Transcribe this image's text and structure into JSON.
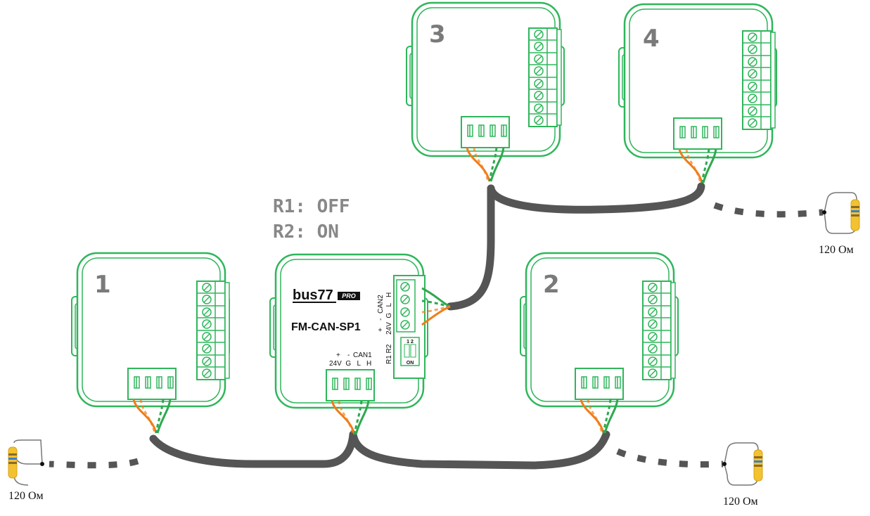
{
  "settings": {
    "r1": "R1: OFF",
    "r2": "R2: ON"
  },
  "modules": [
    {
      "label": "1"
    },
    {
      "label": "2"
    },
    {
      "label": "3"
    },
    {
      "label": "4"
    }
  ],
  "hub": {
    "brand": "bus77",
    "brand_badge": "PRO",
    "model": "FM-CAN-SP1",
    "can1": {
      "plus": "+",
      "minus": "-",
      "name": "CAN1",
      "pins": "24V  G   L   H"
    },
    "can2": {
      "plus": "+",
      "minus": "-",
      "name": "CAN2",
      "pins": "24V  G   L   H"
    },
    "switch_label": "R1 R2",
    "switch_on": "ON",
    "switch_marks": "1  2"
  },
  "terminators": [
    {
      "label": "120 Ом"
    },
    {
      "label": "120 Ом"
    },
    {
      "label": "120 Ом"
    }
  ],
  "colors": {
    "module_outline": "#2fb65b",
    "cable": "#555555",
    "wire_orange": "#f07d1a",
    "wire_green": "#2fa84f",
    "resistor_body": "#f2c230"
  }
}
